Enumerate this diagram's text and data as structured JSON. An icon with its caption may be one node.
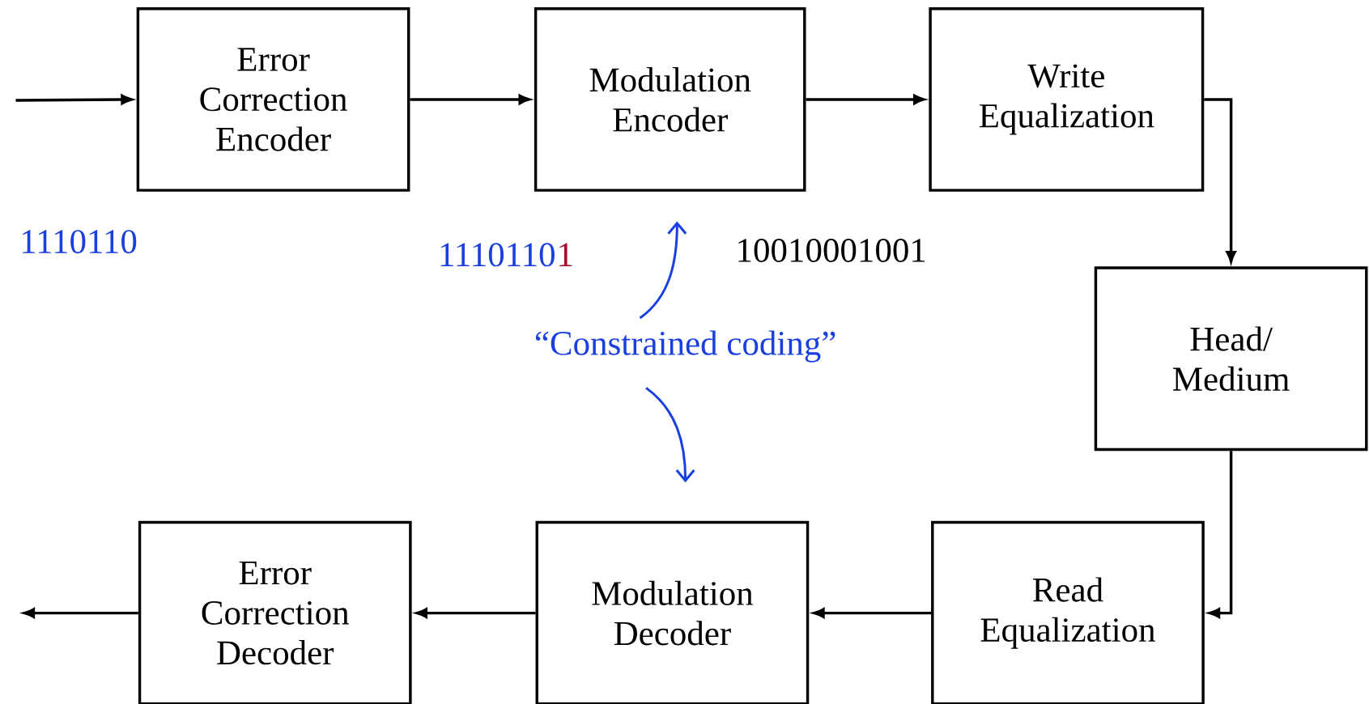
{
  "diagram": {
    "nodes": [
      {
        "text": [
          "Error Correction Encoder"
        ]
      },
      {
        "text": [
          "Modulation Encoder"
        ]
      },
      {
        "text": [
          "Write Equalization"
        ]
      },
      {
        "text": [
          "Head/ Medium"
        ]
      },
      {
        "text": [
          "Read Equalization"
        ]
      },
      {
        "text": [
          "Modulation Decoder"
        ]
      },
      {
        "text": [
          "Error Correction Decoder"
        ]
      },
      {
        "text": [
          "“Constrained coding”"
        ]
      }
    ],
    "edges": [
      {
        "from": null,
        "to": 0,
        "arrow": "to"
      },
      {
        "from": 0,
        "to": 1,
        "arrow": "to"
      },
      {
        "from": 1,
        "to": 2,
        "arrow": "to"
      },
      {
        "from": 2,
        "to": 3,
        "arrow": "to"
      },
      {
        "from": 3,
        "to": 4,
        "arrow": "to"
      },
      {
        "from": 4,
        "to": 5,
        "arrow": "to"
      },
      {
        "from": 5,
        "to": 6,
        "arrow": "to"
      },
      {
        "from": 6,
        "to": null,
        "arrow": "to"
      },
      {
        "from": 7,
        "to": 1,
        "arrow": "to",
        "color": "#1a3fe0"
      },
      {
        "from": 7,
        "to": 5,
        "arrow": "to",
        "color": "#1a3fe0"
      }
    ],
    "labels": [
      "1110110",
      "1110110",
      "1",
      "10010001001"
    ]
  }
}
